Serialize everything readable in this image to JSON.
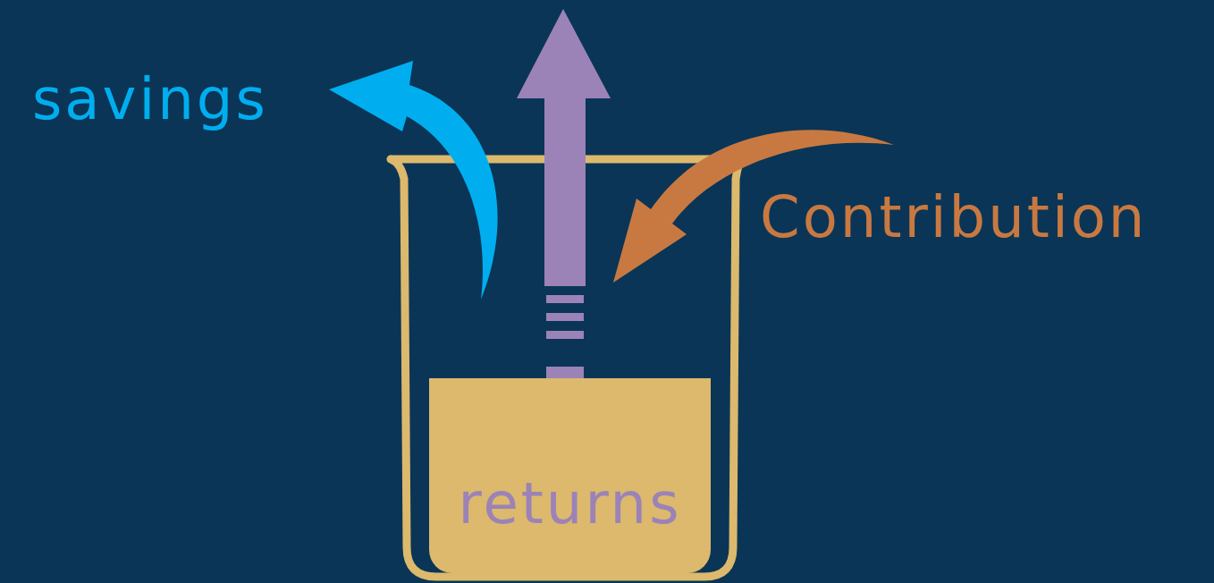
{
  "diagram": {
    "nodes": [
      {
        "text": [
          "returns"
        ]
      }
    ],
    "labels": [
      "savings",
      "Contribution"
    ]
  }
}
